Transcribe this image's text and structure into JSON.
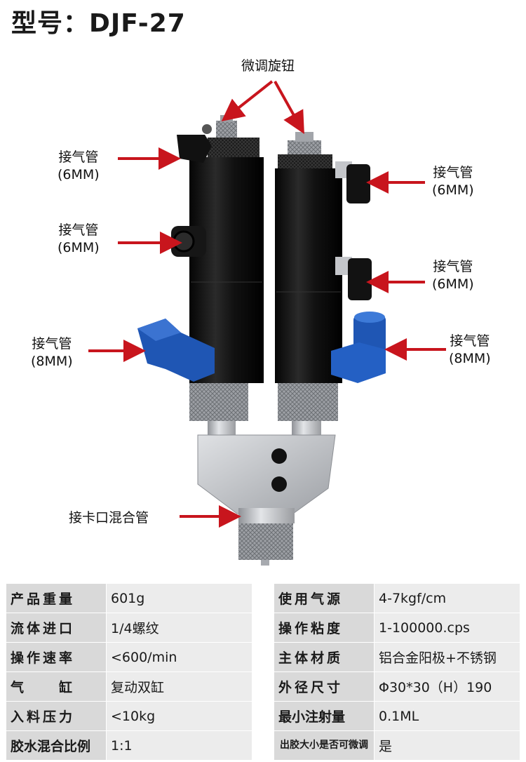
{
  "title": "型号：DJF-27",
  "labels": {
    "fine_knob": "微调旋钮",
    "left_top": [
      "接气管",
      "(6MM)"
    ],
    "left_mid": [
      "接气管",
      "(6MM)"
    ],
    "left_low": [
      "接气管",
      "(8MM)"
    ],
    "right_top": [
      "接气管",
      "(6MM)"
    ],
    "right_mid": [
      "接气管",
      "(6MM)"
    ],
    "right_low": [
      "接气管",
      "(8MM)"
    ],
    "mixer": "接卡口混合管"
  },
  "colors": {
    "arrow": "#c8151d",
    "cylinder": "#0d0d0d",
    "fitting_blue": "#1f56b4",
    "metal": "#b9bcc0"
  },
  "specs": [
    {
      "k1": "产品重量",
      "v1": "601g",
      "k2": "使用气源",
      "v2": "4-7kgf/cm"
    },
    {
      "k1": "流体进口",
      "v1": "1/4螺纹",
      "k2": "操作粘度",
      "v2": "1-100000.cps"
    },
    {
      "k1": "操作速率",
      "v1": "<600/min",
      "k2": "主体材质",
      "v2": "铝合金阳极+不锈钢"
    },
    {
      "k1": "气　　缸",
      "v1": "复动双缸",
      "k2": "外径尺寸",
      "v2": "Φ30*30（H）190"
    },
    {
      "k1": "入料压力",
      "v1": "<10kg",
      "k2": "最小注射量",
      "v2": "0.1ML"
    },
    {
      "k1": "胶水混合比例",
      "v1": "1:1",
      "k2": "出胶大小是否可微调",
      "v2": "是"
    }
  ]
}
